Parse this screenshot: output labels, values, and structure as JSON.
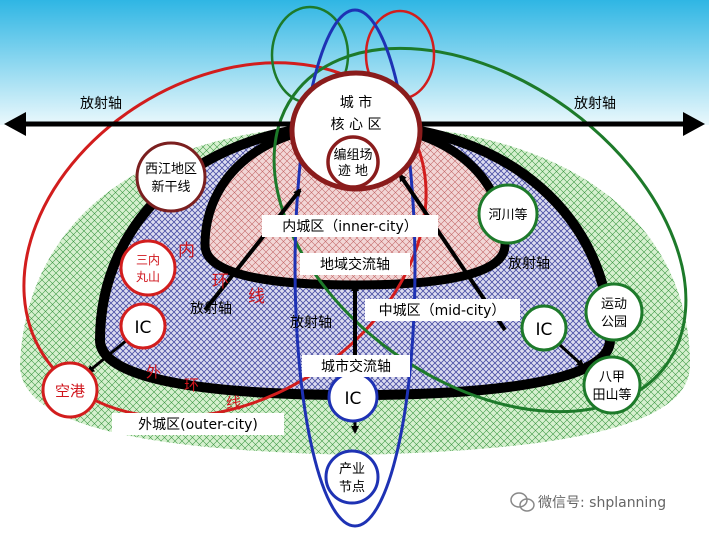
{
  "diagram": {
    "axis_left": "放射轴",
    "axis_right": "放射轴",
    "core_line1": "城 市",
    "core_line2": "核 心 区",
    "yard_line1": "编组场",
    "yard_line2": "迹 地",
    "xijiang_line1": "西江地区",
    "xijiang_line2": "新干线",
    "river": "河川等",
    "inner_city": "内城区（inner-city）",
    "regional_axis": "地域交流轴",
    "radial_right": "放射轴",
    "sannei_line1": "三内",
    "sannei_line2": "丸山",
    "inner_ring_1": "内",
    "inner_ring_2": "环",
    "inner_ring_3": "线",
    "radial_left": "放射轴",
    "radial_center": "放射轴",
    "mid_city": "中城区（mid-city）",
    "sports_line1": "运动",
    "sports_line2": "公园",
    "ic_left": "IC",
    "ic_right": "IC",
    "ic_bottom": "IC",
    "urban_axis": "城市交流轴",
    "airport": "空港",
    "outer_ring_1": "外",
    "outer_ring_2": "环",
    "outer_ring_3": "线",
    "hachinohe_line1": "八甲",
    "hachinohe_line2": "田山等",
    "outer_city": "外城区(outer-city)",
    "industry_line1": "产业",
    "industry_line2": "节点",
    "watermark": "微信号: shplanning"
  }
}
